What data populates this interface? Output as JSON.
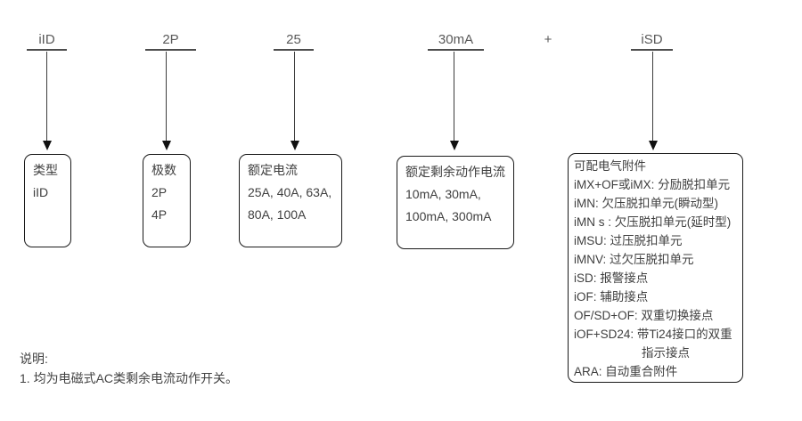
{
  "colors": {
    "label_text": "#595959",
    "box_text": "#3f3f3f",
    "box_border": "#1a1a1a",
    "arrow": "#111111"
  },
  "header": {
    "parts": [
      {
        "label": "iID"
      },
      {
        "label": "2P"
      },
      {
        "label": "25"
      },
      {
        "label": "30mA"
      },
      {
        "label": "iSD"
      }
    ],
    "plus": "+"
  },
  "boxes": [
    {
      "id": "type",
      "title": "类型",
      "lines": [
        "iID"
      ]
    },
    {
      "id": "poles",
      "title": "极数",
      "lines": [
        "2P",
        "4P"
      ]
    },
    {
      "id": "rated-current",
      "title": "额定电流",
      "lines": [
        "25A, 40A, 63A,",
        "80A, 100A"
      ]
    },
    {
      "id": "residual-current",
      "title": "额定剩余动作电流",
      "lines": [
        "10mA, 30mA,",
        "100mA, 300mA"
      ]
    },
    {
      "id": "accessories",
      "title": "可配电气附件",
      "lines": [
        "iMX+OF或iMX: 分励脱扣单元",
        "iMN: 欠压脱扣单元(瞬动型)",
        "iMN s : 欠压脱扣单元(延时型)",
        "iMSU: 过压脱扣单元",
        "iMNV: 过欠压脱扣单元",
        "iSD: 报警接点",
        "iOF: 辅助接点",
        "OF/SD+OF: 双重切换接点",
        "iOF+SD24: 带Ti24接口的双重",
        {
          "text": "指示接点",
          "indent": true
        },
        "ARA: 自动重合附件"
      ]
    }
  ],
  "note": {
    "title": "说明:",
    "items": [
      "1. 均为电磁式AC类剩余电流动作开关。"
    ]
  }
}
